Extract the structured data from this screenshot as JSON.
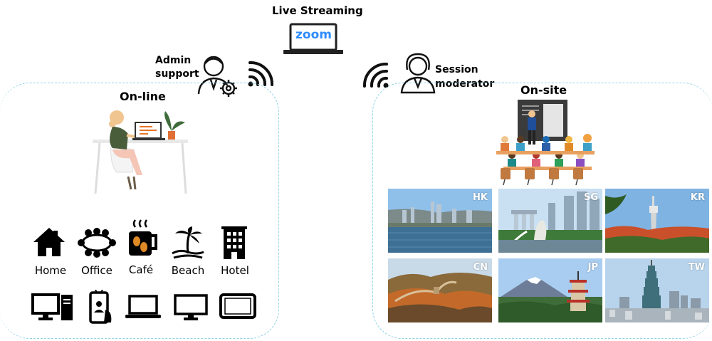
{
  "header": {
    "live_streaming": "Live Streaming",
    "zoom_logo": "zoom"
  },
  "roles": {
    "admin_line1": "Admin",
    "admin_line2": "support",
    "moderator_line1": "Session",
    "moderator_line2": "moderator"
  },
  "online": {
    "title": "On-line",
    "locations": [
      "Home",
      "Office",
      "Café",
      "Beach",
      "Hotel"
    ],
    "location_icons": [
      "house-icon",
      "meeting-table-icon",
      "coffee-cup-icon",
      "beach-icon",
      "hotel-building-icon"
    ],
    "device_icons": [
      "desktop-computer-icon",
      "smartphone-icon",
      "laptop-icon",
      "monitor-icon",
      "tablet-icon"
    ]
  },
  "onsite": {
    "title": "On-site",
    "cities": [
      "HK",
      "SG",
      "KR",
      "CN",
      "JP",
      "TW"
    ]
  },
  "colors": {
    "panel_border": "#8fd3e6",
    "zoom_blue": "#2d8cff"
  }
}
